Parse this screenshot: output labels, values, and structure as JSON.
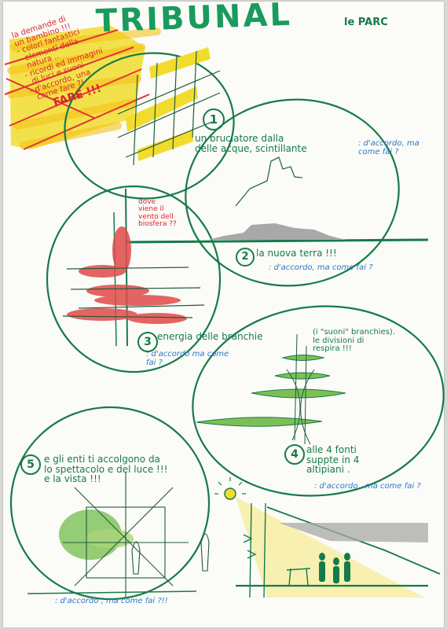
{
  "sheet": {
    "title": "TRIBUNAL",
    "title_tag": "le PARC",
    "notes": {
      "corner_lines": [
        "la demande di",
        "un bambino !!!",
        "- colori fantastici",
        "- elementi della",
        "  natura ..",
        "- ricordi ed immagini",
        "  di luci e suoni",
        "- d'accordo, una",
        "  come fare ?!",
        "FARE !!!"
      ]
    },
    "panels": [
      {
        "number": "1",
        "text": "un bruciatore dalla\ndelle acque, scintillante",
        "reply": ": d'accordo, ma\ncome fai ?"
      },
      {
        "number": "2",
        "text": "la nuova terra !!!",
        "reply": ": d'accordo, ma come fai ?"
      },
      {
        "number": "3",
        "text": "energia delle branchie",
        "text_extra": "(i \"suoni\" branchies).\nle divisioni di\nrespira !!!",
        "reply": ": d'accordo ma come\nfai ?",
        "red_note": "dove\nviene il\nvento dell\nbiosfera ??"
      },
      {
        "number": "4",
        "text": "alle 4 fonti\nsuppte in 4\naltipiani .",
        "reply": ": d'accordo , ma come fai ?"
      },
      {
        "number": "5",
        "text": "e gli enti ti accolgono da\nlo spettacolo e del luce !!!\ne la vista !!!",
        "reply": ": d'accordo , ma come fai ?!!"
      }
    ],
    "colors": {
      "ink_green": "#177a4a",
      "ink_blue": "#2e78c7",
      "ink_red": "#d8262c",
      "highlight_yellow": "#f1dc2d",
      "marker_green": "#7cc055",
      "pencil_grey": "#9a9a9a",
      "paper": "#fbfbf8"
    }
  }
}
